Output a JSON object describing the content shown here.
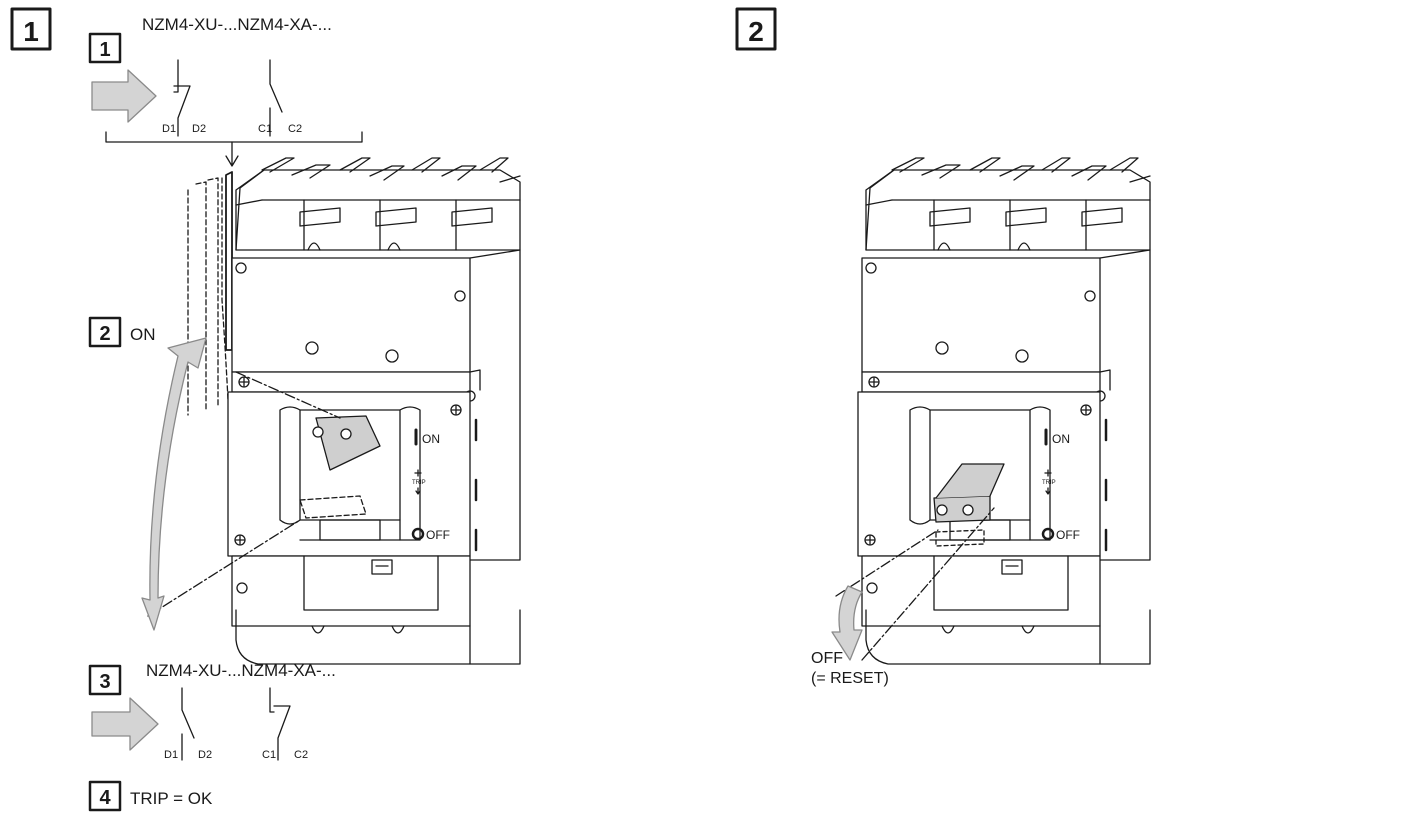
{
  "panel1": {
    "number": "1",
    "step1": {
      "number": "1",
      "contacts_label": "NZM4-XU-...NZM4-XA-...",
      "terminals": [
        "D1",
        "D2",
        "C1",
        "C2"
      ]
    },
    "step2": {
      "number": "2",
      "label": "ON"
    },
    "step3": {
      "number": "3",
      "contacts_label": "NZM4-XU-...NZM4-XA-...",
      "terminals": [
        "D1",
        "D2",
        "C1",
        "C2"
      ]
    },
    "step4": {
      "number": "4",
      "label": "TRIP = OK"
    },
    "breaker": {
      "on_label": "ON",
      "off_label": "OFF",
      "trip_label": "TRIP"
    }
  },
  "panel2": {
    "number": "2",
    "breaker": {
      "on_label": "ON",
      "off_label": "OFF",
      "trip_label": "TRIP"
    },
    "off_label": "OFF",
    "reset_label": "(= RESET)"
  },
  "colors": {
    "line": "#1a1a1a",
    "arrow_fill": "#d4d4d4",
    "handle_fill": "#cfcfcf"
  }
}
